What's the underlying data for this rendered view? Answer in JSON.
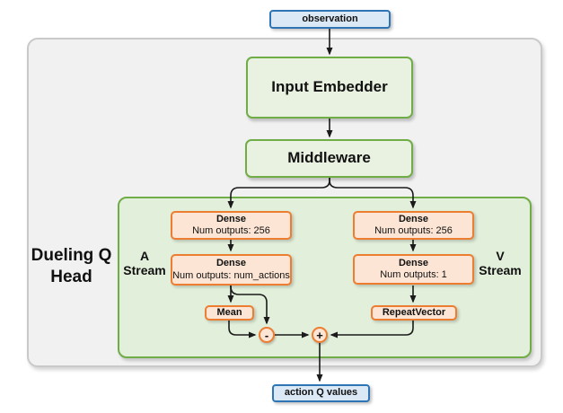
{
  "diagram": {
    "observation": "observation",
    "input_embedder": "Input Embedder",
    "middleware": "Middleware",
    "dueling_head_label": "Dueling Q Head",
    "a_stream_label": "A Stream",
    "v_stream_label": "V Stream",
    "a_dense_1": {
      "title": "Dense",
      "subtitle": "Num outputs: 256"
    },
    "a_dense_2": {
      "title": "Dense",
      "subtitle": "Num outputs: num_actions"
    },
    "v_dense_1": {
      "title": "Dense",
      "subtitle": "Num outputs: 256"
    },
    "v_dense_2": {
      "title": "Dense",
      "subtitle": "Num outputs: 1"
    },
    "mean": "Mean",
    "repeat_vector": "RepeatVector",
    "minus_op": "-",
    "plus_op": "+",
    "action_q_values": "action Q values"
  },
  "colors": {
    "blue_border": "#2e75b6",
    "blue_fill": "#dbe9f7",
    "green_border": "#70ad47",
    "green_box_fill": "#e9f2e1",
    "green_container_fill": "#e2efda",
    "orange_border": "#ed7d31",
    "orange_fill": "#fce5d4",
    "gray_container_fill": "#f1f1f2",
    "gray_container_border": "#c9c9c9",
    "arrow": "#1a1a1a"
  }
}
